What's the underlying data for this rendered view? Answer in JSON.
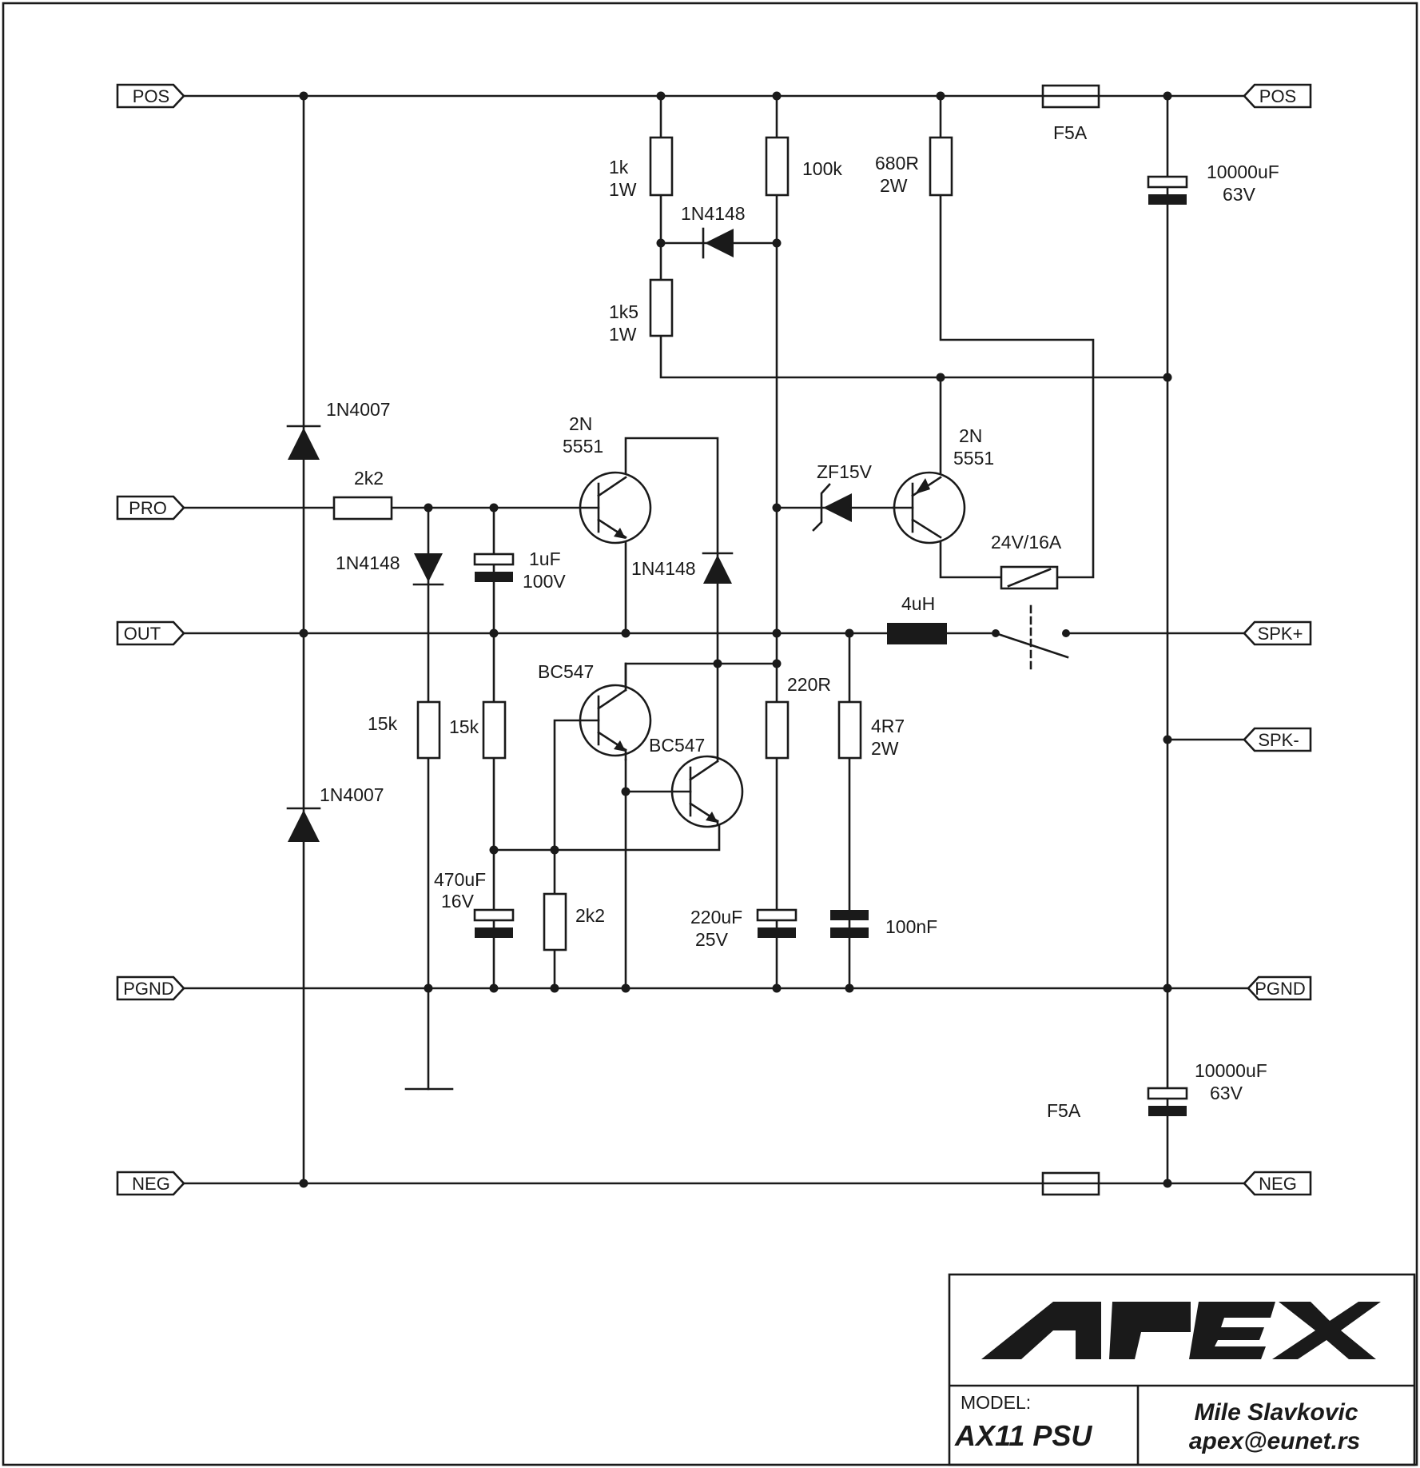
{
  "ports": {
    "pos_left": "POS",
    "pos_right": "POS",
    "pro": "PRO",
    "out": "OUT",
    "spk_plus": "SPK+",
    "spk_minus": "SPK-",
    "pgnd_left": "PGND",
    "pgnd_right": "PGND",
    "neg_left": "NEG",
    "neg_right": "NEG"
  },
  "components": {
    "d_1n4007_top": "1N4007",
    "d_1n4007_bottom": "1N4007",
    "r_2k2_input": "2k2",
    "d_1n4148_input": "1N4148",
    "c_1uf": [
      "1uF",
      "100V"
    ],
    "r_15k_a": "15k",
    "r_15k_b": "15k",
    "c_470uf": [
      "470uF",
      "16V"
    ],
    "r_2k2_base": "2k2",
    "q_2n5551_left": [
      "2N",
      "5551"
    ],
    "d_1n4148_mid": "1N4148",
    "q_bc547_a": "BC547",
    "q_bc547_b": "BC547",
    "r_1k": [
      "1k",
      "1W"
    ],
    "d_1n4148_top": "1N4148",
    "r_1k5": [
      "1k5",
      "1W"
    ],
    "r_100k": "100k",
    "r_220r": "220R",
    "c_220uf": [
      "220uF",
      "25V"
    ],
    "r_680r": [
      "680R",
      "2W"
    ],
    "d_zf15v": "ZF15V",
    "q_2n5551_right": [
      "2N",
      "5551"
    ],
    "relay": "24V/16A",
    "l_4uh": "4uH",
    "r_4r7": [
      "4R7",
      "2W"
    ],
    "c_100nf": "100nF",
    "fuse_top": "F5A",
    "fuse_bottom": "F5A",
    "c_10000uf_top": [
      "10000uF",
      "63V"
    ],
    "c_10000uf_bottom": [
      "10000uF",
      "63V"
    ]
  },
  "title_block": {
    "brand": "APEX",
    "model_label": "MODEL:",
    "model": "AX11 PSU",
    "author": "Mile Slavkovic",
    "email": "apex@eunet.rs"
  }
}
